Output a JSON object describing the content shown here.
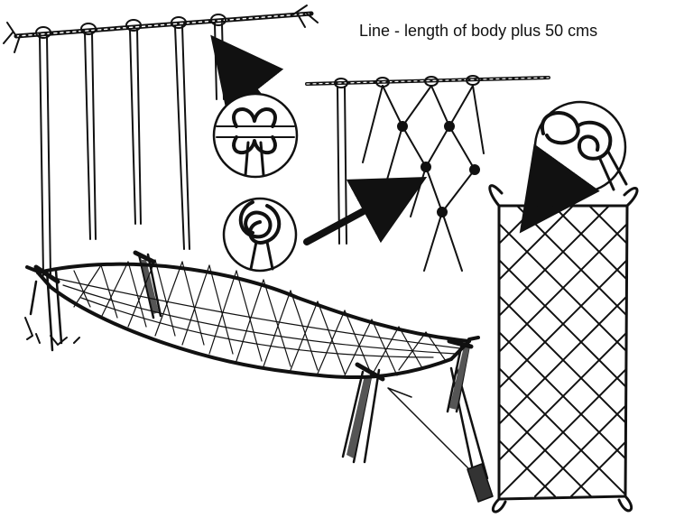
{
  "caption": "Line - length of body plus 50 cms",
  "colors": {
    "background": "#ffffff",
    "ink": "#111111",
    "mid_ink": "#555555",
    "fill_light": "#dddddd"
  },
  "parts": {
    "rope_1": "hanging-lines-rope",
    "rope_2": "netting-rope",
    "knot_inset_1": "larks-head-knot-detail",
    "knot_inset_2": "overhand-loop-knot-detail",
    "knot_inset_3": "end-loop-knot-detail",
    "finished_net": "finished-net-panel",
    "camp_bed": "net-stretcher-bed"
  }
}
